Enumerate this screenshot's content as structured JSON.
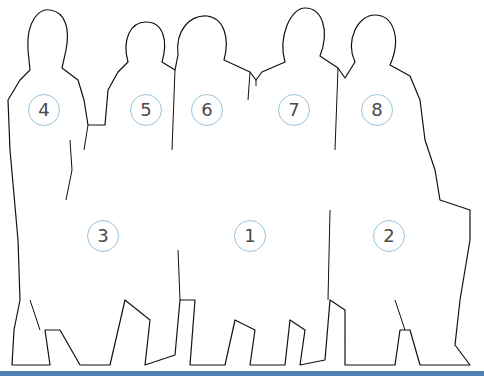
{
  "diagram": {
    "nodes": [
      {
        "text": [
          "4"
        ]
      },
      {
        "text": [
          "5"
        ]
      },
      {
        "text": [
          "6"
        ]
      },
      {
        "text": [
          "7"
        ]
      },
      {
        "text": [
          "8"
        ]
      },
      {
        "text": [
          "3"
        ]
      },
      {
        "text": [
          "1"
        ]
      },
      {
        "text": [
          "2"
        ]
      }
    ]
  }
}
